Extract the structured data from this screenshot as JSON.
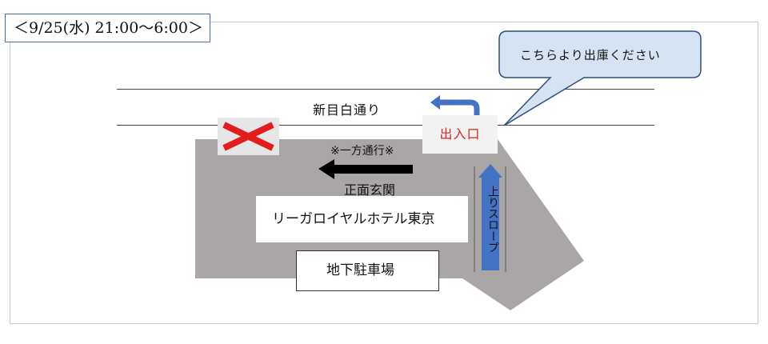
{
  "time_window": "＜9/25(水) 21:00〜6:00＞",
  "street_name": "新目白通り",
  "entrance_label": "出入口",
  "callout_text": "こちらより出庫ください",
  "one_way_label": "※一方通行※",
  "main_entrance_label": "正面玄関",
  "hotel_name": "リーガロイヤルホテル東京",
  "parking_label": "地下駐車場",
  "slope_label": "上りスロープ",
  "colors": {
    "building": "#aaa6a6",
    "closed_mark": "#e31c1c",
    "entrance_text": "#e0201d",
    "slope_arrow": "#4472c4",
    "exit_arrow": "#4472c4",
    "one_way_arrow": "#000000",
    "callout_fill": "#d6e3f2",
    "callout_border": "#2f4e7b"
  },
  "icons": {
    "closed": "x-mark-icon",
    "exit_direction": "u-turn-left-arrow-icon",
    "one_way": "left-arrow-icon",
    "slope": "up-arrow-icon"
  }
}
